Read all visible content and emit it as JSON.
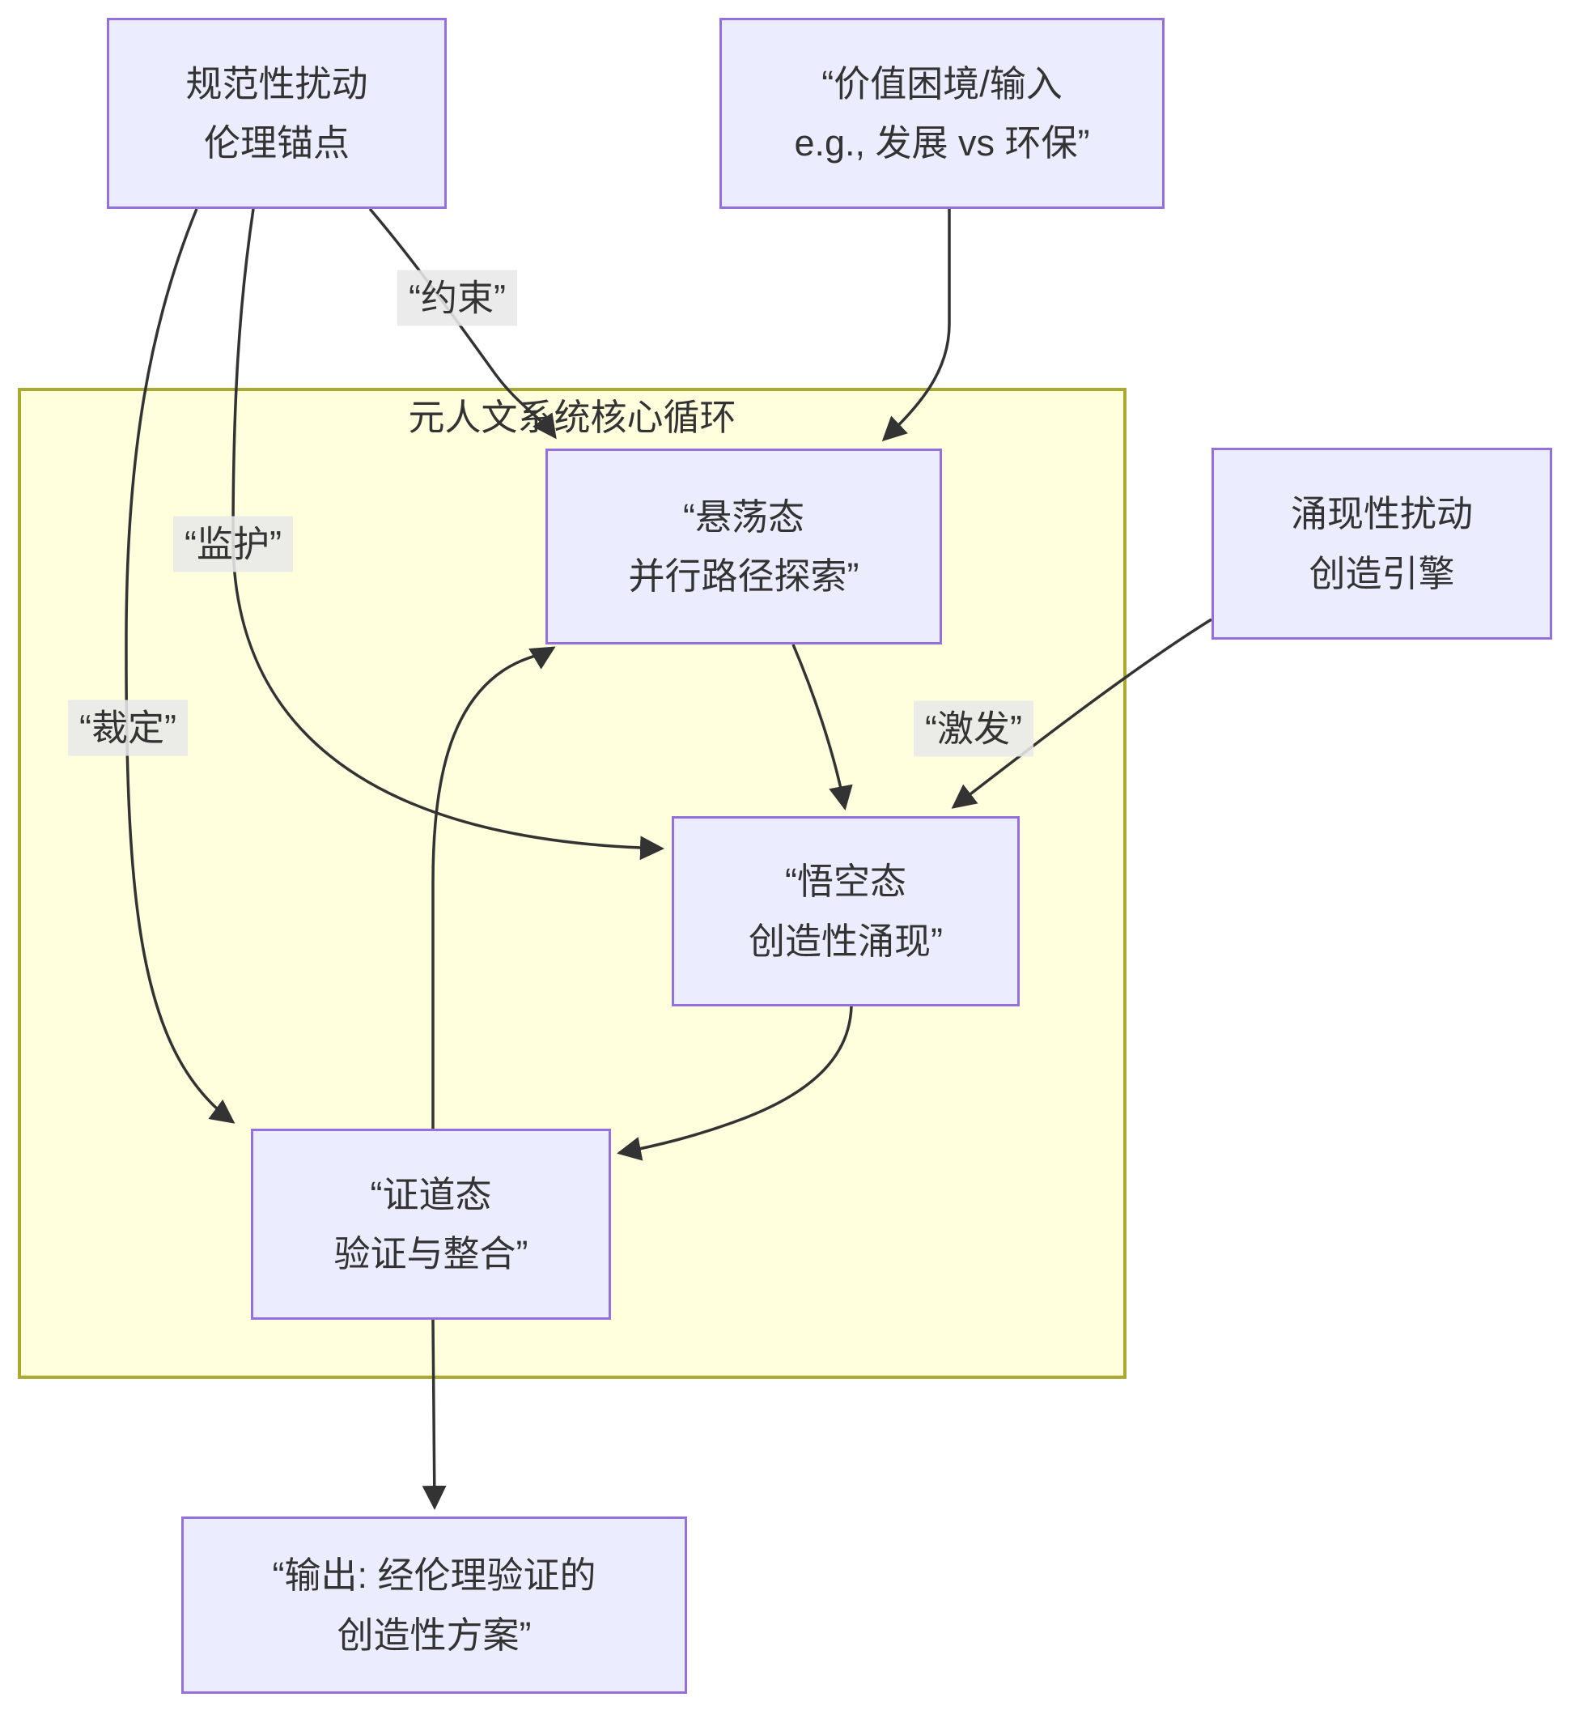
{
  "diagram": {
    "colors": {
      "node_fill": "#ECECFF",
      "node_border": "#9370DB",
      "cluster_fill": "#FFFFDE",
      "cluster_border": "#AAAA33",
      "edge_color": "#333333",
      "label_bg": "#E8E8E8",
      "text_color": "#333333",
      "canvas_bg": "#FFFFFF"
    },
    "cluster": {
      "title": "元人文系统核心循环"
    },
    "nodes": {
      "ethic": {
        "line1": "规范性扰动",
        "line2": "伦理锚点"
      },
      "input": {
        "line1": "“价值困境/输入",
        "line2": "e.g., 发展 vs 环保”"
      },
      "suspend": {
        "line1": "“悬荡态",
        "line2": "并行路径探索”"
      },
      "engine": {
        "line1": "涌现性扰动",
        "line2": "创造引擎"
      },
      "wukong": {
        "line1": "“悟空态",
        "line2": "创造性涌现”"
      },
      "zhengdao": {
        "line1": "“证道态",
        "line2": "验证与整合”"
      },
      "output": {
        "line1": "“输出: 经伦理验证的",
        "line2": "创造性方案”"
      }
    },
    "edge_labels": {
      "constraint": "“约束”",
      "guardian": "“监护”",
      "adjudicate": "“裁定”",
      "stimulate": "“激发”"
    }
  }
}
